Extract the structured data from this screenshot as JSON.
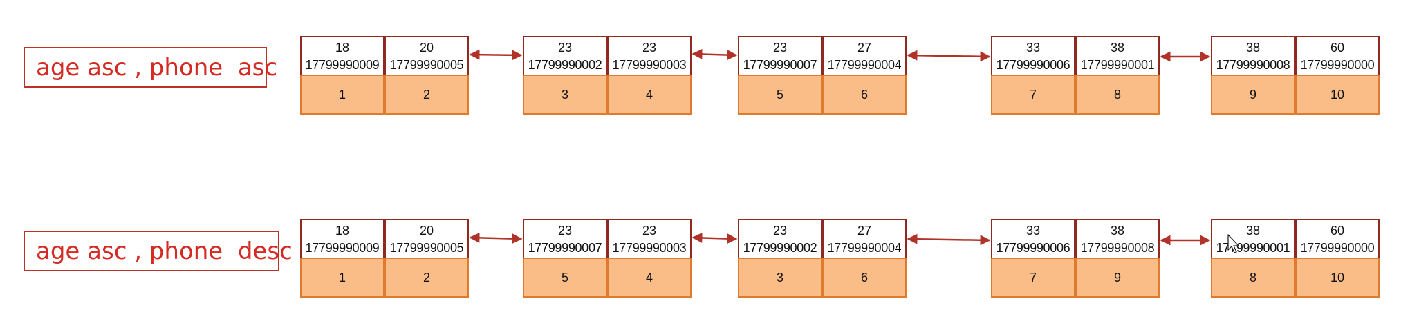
{
  "colors": {
    "label_text": "#d42a22",
    "label_border": "#c0302a",
    "key_border": "#8e2a22",
    "leaf_fill": "#fbbd88",
    "leaf_border": "#e07a2e",
    "arrow": "#b03228"
  },
  "rows": [
    {
      "label": "age asc , phone  asc",
      "nodes": [
        {
          "keys": [
            {
              "age": "18",
              "phone": "17799990009"
            },
            {
              "age": "20",
              "phone": "17799990005"
            }
          ],
          "ids": [
            "1",
            "2"
          ]
        },
        {
          "keys": [
            {
              "age": "23",
              "phone": "17799990002"
            },
            {
              "age": "23",
              "phone": "17799990003"
            }
          ],
          "ids": [
            "3",
            "4"
          ]
        },
        {
          "keys": [
            {
              "age": "23",
              "phone": "17799990007"
            },
            {
              "age": "27",
              "phone": "17799990004"
            }
          ],
          "ids": [
            "5",
            "6"
          ]
        },
        {
          "keys": [
            {
              "age": "33",
              "phone": "17799990006"
            },
            {
              "age": "38",
              "phone": "17799990001"
            }
          ],
          "ids": [
            "7",
            "8"
          ]
        },
        {
          "keys": [
            {
              "age": "38",
              "phone": "17799990008"
            },
            {
              "age": "60",
              "phone": "17799990000"
            }
          ],
          "ids": [
            "9",
            "10"
          ]
        }
      ]
    },
    {
      "label": "age asc , phone  desc",
      "nodes": [
        {
          "keys": [
            {
              "age": "18",
              "phone": "17799990009"
            },
            {
              "age": "20",
              "phone": "17799990005"
            }
          ],
          "ids": [
            "1",
            "2"
          ]
        },
        {
          "keys": [
            {
              "age": "23",
              "phone": "17799990007"
            },
            {
              "age": "23",
              "phone": "17799990003"
            }
          ],
          "ids": [
            "5",
            "4"
          ]
        },
        {
          "keys": [
            {
              "age": "23",
              "phone": "17799990002"
            },
            {
              "age": "27",
              "phone": "17799990004"
            }
          ],
          "ids": [
            "3",
            "6"
          ]
        },
        {
          "keys": [
            {
              "age": "33",
              "phone": "17799990006"
            },
            {
              "age": "38",
              "phone": "17799990008"
            }
          ],
          "ids": [
            "7",
            "9"
          ]
        },
        {
          "keys": [
            {
              "age": "38",
              "phone": "17799990001"
            },
            {
              "age": "60",
              "phone": "17799990000"
            }
          ],
          "ids": [
            "8",
            "10"
          ]
        }
      ]
    }
  ]
}
